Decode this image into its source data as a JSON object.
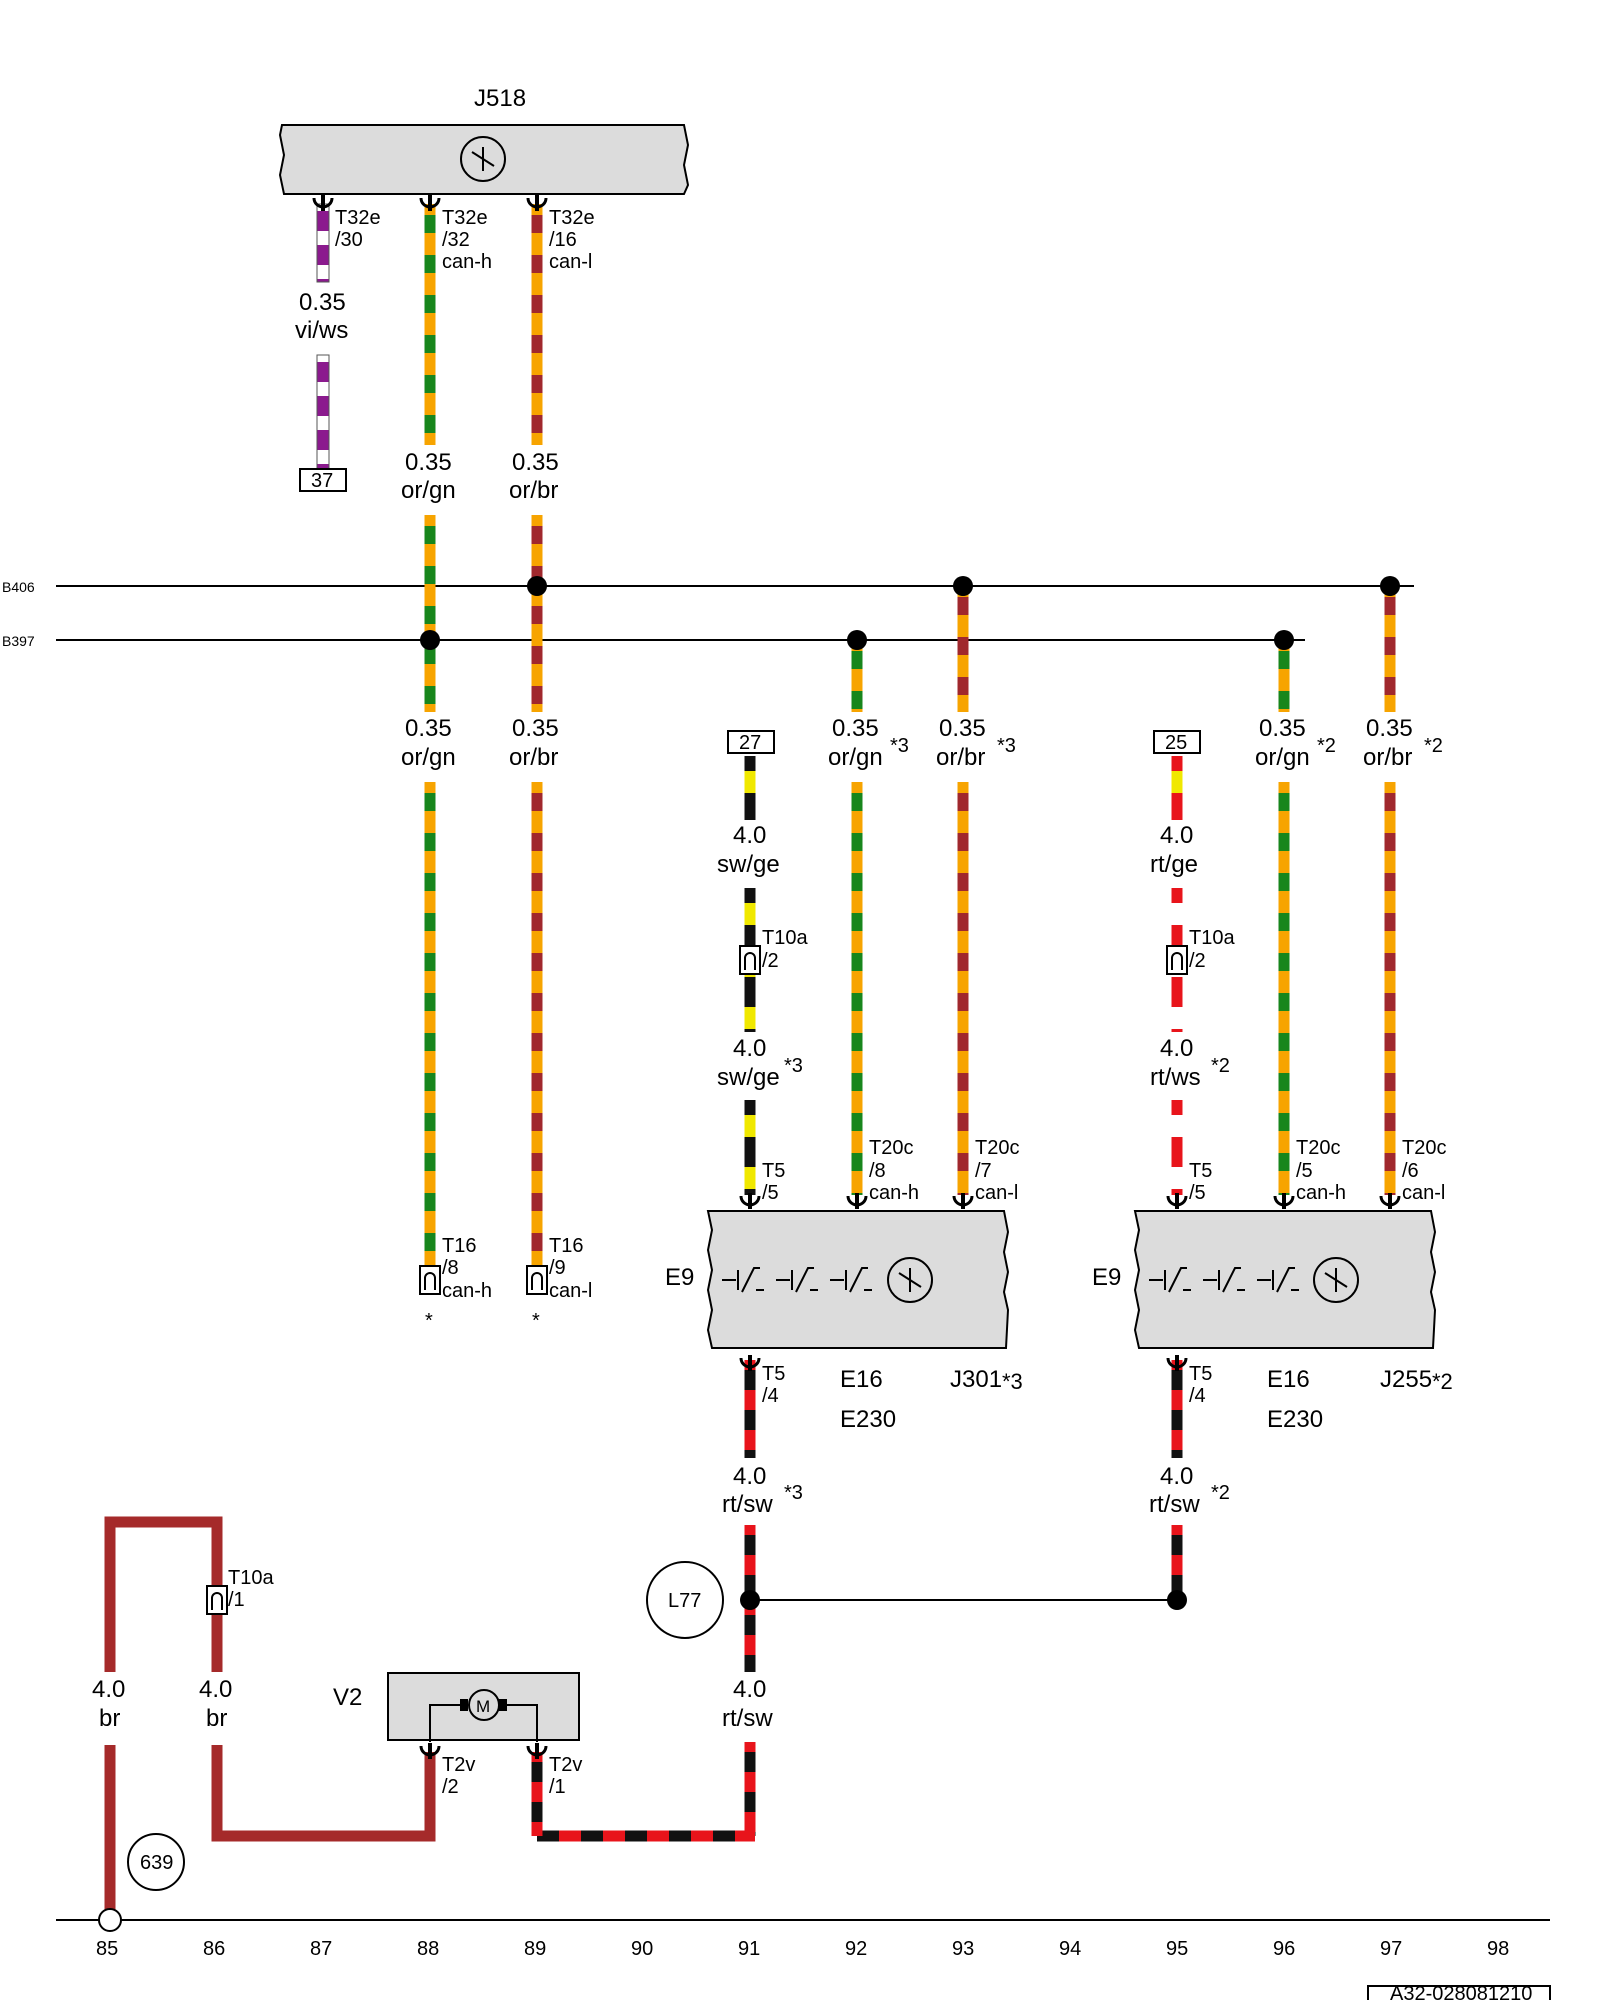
{
  "components": {
    "j518": "J518",
    "e9_left": "E9",
    "e9_right": "E9",
    "e16_left": "E16",
    "e230_left": "E230",
    "j301": "J301",
    "j301_note": "*3",
    "e16_right": "E16",
    "e230_right": "E230",
    "j255": "J255",
    "j255_note": "*2",
    "v2": "V2",
    "l77": "L77",
    "g639": "639"
  },
  "buses": {
    "b406": "B406",
    "b397": "B397"
  },
  "refs": {
    "r37": "37",
    "r27": "27",
    "r25": "25"
  },
  "connectors": {
    "t32e_30_a": "T32e",
    "t32e_30_b": "/30",
    "t32e_32_a": "T32e",
    "t32e_32_b": "/32",
    "t32e_32_c": "can-h",
    "t32e_16_a": "T32e",
    "t32e_16_b": "/16",
    "t32e_16_c": "can-l",
    "t16_8_a": "T16",
    "t16_8_b": "/8",
    "t16_8_c": "can-h",
    "t16_9_a": "T16",
    "t16_9_b": "/9",
    "t16_9_c": "can-l",
    "t16_note": "*",
    "t10a_2_a": "T10a",
    "t10a_2_b": "/2",
    "t10a_r_a": "T10a",
    "t10a_r_b": "/2",
    "t10a_1_a": "T10a",
    "t10a_1_b": "/1",
    "t5_5_l_a": "T5",
    "t5_5_l_b": "/5",
    "t5_5_r_a": "T5",
    "t5_5_r_b": "/5",
    "t20c_8_a": "T20c",
    "t20c_8_b": "/8",
    "t20c_8_c": "can-h",
    "t20c_7_a": "T20c",
    "t20c_7_b": "/7",
    "t20c_7_c": "can-l",
    "t20c_5_a": "T20c",
    "t20c_5_b": "/5",
    "t20c_5_c": "can-h",
    "t20c_6_a": "T20c",
    "t20c_6_b": "/6",
    "t20c_6_c": "can-l",
    "t5_4_l_a": "T5",
    "t5_4_l_b": "/4",
    "t5_4_r_a": "T5",
    "t5_4_r_b": "/4",
    "t2v_2_a": "T2v",
    "t2v_2_b": "/2",
    "t2v_1_a": "T2v",
    "t2v_1_b": "/1"
  },
  "wire_labels": {
    "w_viws_a": "0.35",
    "w_viws_b": "vi/ws",
    "w_orgn_top_a": "0.35",
    "w_orgn_top_b": "or/gn",
    "w_orbr_top_a": "0.35",
    "w_orbr_top_b": "or/br",
    "w_orgn_mid_a": "0.35",
    "w_orgn_mid_b": "or/gn",
    "w_orbr_mid_a": "0.35",
    "w_orbr_mid_b": "or/br",
    "w_orgn_92_a": "0.35",
    "w_orgn_92_b": "or/gn",
    "w_orgn_92_n": "*3",
    "w_orbr_93_a": "0.35",
    "w_orbr_93_b": "or/br",
    "w_orbr_93_n": "*3",
    "w_orgn_96_a": "0.35",
    "w_orgn_96_b": "or/gn",
    "w_orgn_96_n": "*2",
    "w_orbr_97_a": "0.35",
    "w_orbr_97_b": "or/br",
    "w_orbr_97_n": "*2",
    "w_swge1_a": "4.0",
    "w_swge1_b": "sw/ge",
    "w_swge2_a": "4.0",
    "w_swge2_b": "sw/ge",
    "w_swge2_n": "*3",
    "w_rtge_a": "4.0",
    "w_rtge_b": "rt/ge",
    "w_rtws_a": "4.0",
    "w_rtws_b": "rt/ws",
    "w_rtws_n": "*2",
    "w_rtsw_l_a": "4.0",
    "w_rtsw_l_b": "rt/sw",
    "w_rtsw_l_n": "*3",
    "w_rtsw_r_a": "4.0",
    "w_rtsw_r_b": "rt/sw",
    "w_rtsw_r_n": "*2",
    "w_rtsw_b_a": "4.0",
    "w_rtsw_b_b": "rt/sw",
    "w_br85_a": "4.0",
    "w_br85_b": "br",
    "w_br86_a": "4.0",
    "w_br86_b": "br"
  },
  "track_numbers": [
    "85",
    "86",
    "87",
    "88",
    "89",
    "90",
    "91",
    "92",
    "93",
    "94",
    "95",
    "96",
    "97",
    "98"
  ],
  "footer_code": "A32-028081210",
  "colors": {
    "orange": "#F7A400",
    "green": "#18861C",
    "brown": "#A0282D",
    "violet": "#8B1A8E",
    "yellow": "#F0E800",
    "red": "#E8141B",
    "black": "#111111",
    "br_solid": "#A52A2A",
    "box_fill": "#DCDCDC"
  }
}
